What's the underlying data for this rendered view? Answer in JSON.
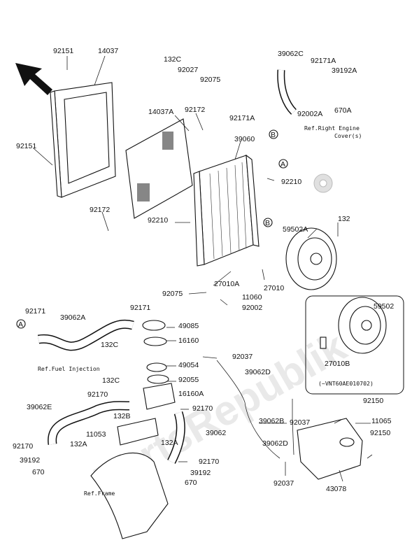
{
  "watermark": "PartsRepublik",
  "callouts": [
    {
      "id": "92151a",
      "text": "92151"
    },
    {
      "id": "14037",
      "text": "14037"
    },
    {
      "id": "132C-top",
      "text": "132C"
    },
    {
      "id": "92027",
      "text": "92027"
    },
    {
      "id": "92075-top",
      "text": "92075"
    },
    {
      "id": "39062C",
      "text": "39062C"
    },
    {
      "id": "92171A-top",
      "text": "92171A"
    },
    {
      "id": "39192A",
      "text": "39192A"
    },
    {
      "id": "92002A",
      "text": "92002A"
    },
    {
      "id": "670A",
      "text": "670A"
    },
    {
      "id": "92171A-mid",
      "text": "92171A"
    },
    {
      "id": "14037A",
      "text": "14037A"
    },
    {
      "id": "92172-top",
      "text": "92172"
    },
    {
      "id": "39060",
      "text": "39060"
    },
    {
      "id": "92151b",
      "text": "92151"
    },
    {
      "id": "92210-r",
      "text": "92210"
    },
    {
      "id": "92172-bot",
      "text": "92172"
    },
    {
      "id": "92210-l",
      "text": "92210"
    },
    {
      "id": "132-r",
      "text": "132"
    },
    {
      "id": "59502A",
      "text": "59502A"
    },
    {
      "id": "92075-bot",
      "text": "92075"
    },
    {
      "id": "27010A",
      "text": "27010A"
    },
    {
      "id": "27010",
      "text": "27010"
    },
    {
      "id": "11060",
      "text": "11060"
    },
    {
      "id": "92002",
      "text": "92002"
    },
    {
      "id": "92171-l",
      "text": "92171"
    },
    {
      "id": "39062A",
      "text": "39062A"
    },
    {
      "id": "92171-m",
      "text": "92171"
    },
    {
      "id": "49085",
      "text": "49085"
    },
    {
      "id": "132C-mid",
      "text": "132C"
    },
    {
      "id": "16160",
      "text": "16160"
    },
    {
      "id": "92037-top",
      "text": "92037"
    },
    {
      "id": "49054",
      "text": "49054"
    },
    {
      "id": "39062D-top",
      "text": "39062D"
    },
    {
      "id": "132C-low",
      "text": "132C"
    },
    {
      "id": "92055",
      "text": "92055"
    },
    {
      "id": "92170-a",
      "text": "92170"
    },
    {
      "id": "16160A",
      "text": "16160A"
    },
    {
      "id": "39062E",
      "text": "39062E"
    },
    {
      "id": "92170-b",
      "text": "92170"
    },
    {
      "id": "132B",
      "text": "132B"
    },
    {
      "id": "11053",
      "text": "11053"
    },
    {
      "id": "39062",
      "text": "39062"
    },
    {
      "id": "132A-m",
      "text": "132A"
    },
    {
      "id": "92170-c",
      "text": "92170"
    },
    {
      "id": "132A-l",
      "text": "132A"
    },
    {
      "id": "39192-l",
      "text": "39192"
    },
    {
      "id": "670-l",
      "text": "670"
    },
    {
      "id": "92170-d",
      "text": "92170"
    },
    {
      "id": "39192-r",
      "text": "39192"
    },
    {
      "id": "670-r",
      "text": "670"
    },
    {
      "id": "59502",
      "text": "59502"
    },
    {
      "id": "27010B",
      "text": "27010B"
    },
    {
      "id": "92150-top",
      "text": "92150"
    },
    {
      "id": "11065",
      "text": "11065"
    },
    {
      "id": "39062B",
      "text": "39062B"
    },
    {
      "id": "92037-mid",
      "text": "92037"
    },
    {
      "id": "92150-bot",
      "text": "92150"
    },
    {
      "id": "39062D-bot",
      "text": "39062D"
    },
    {
      "id": "92037-bot",
      "text": "92037"
    },
    {
      "id": "43078",
      "text": "43078"
    }
  ],
  "notes": {
    "ref_engine_cover_1": "Ref.Right Engine",
    "ref_engine_cover_2": "Cover(s)",
    "ref_fuel_injection": "Ref.Fuel Injection",
    "ref_frame": "Ref.Frame",
    "model_code": "(~VNT60AE010702)"
  },
  "markers": {
    "A": "A",
    "B": "B"
  },
  "icons": [
    "front-arrow-icon",
    "gear-icon"
  ],
  "colors": {
    "line": "#111111",
    "paper": "#ffffff",
    "watermark": "#cfcfcf"
  }
}
